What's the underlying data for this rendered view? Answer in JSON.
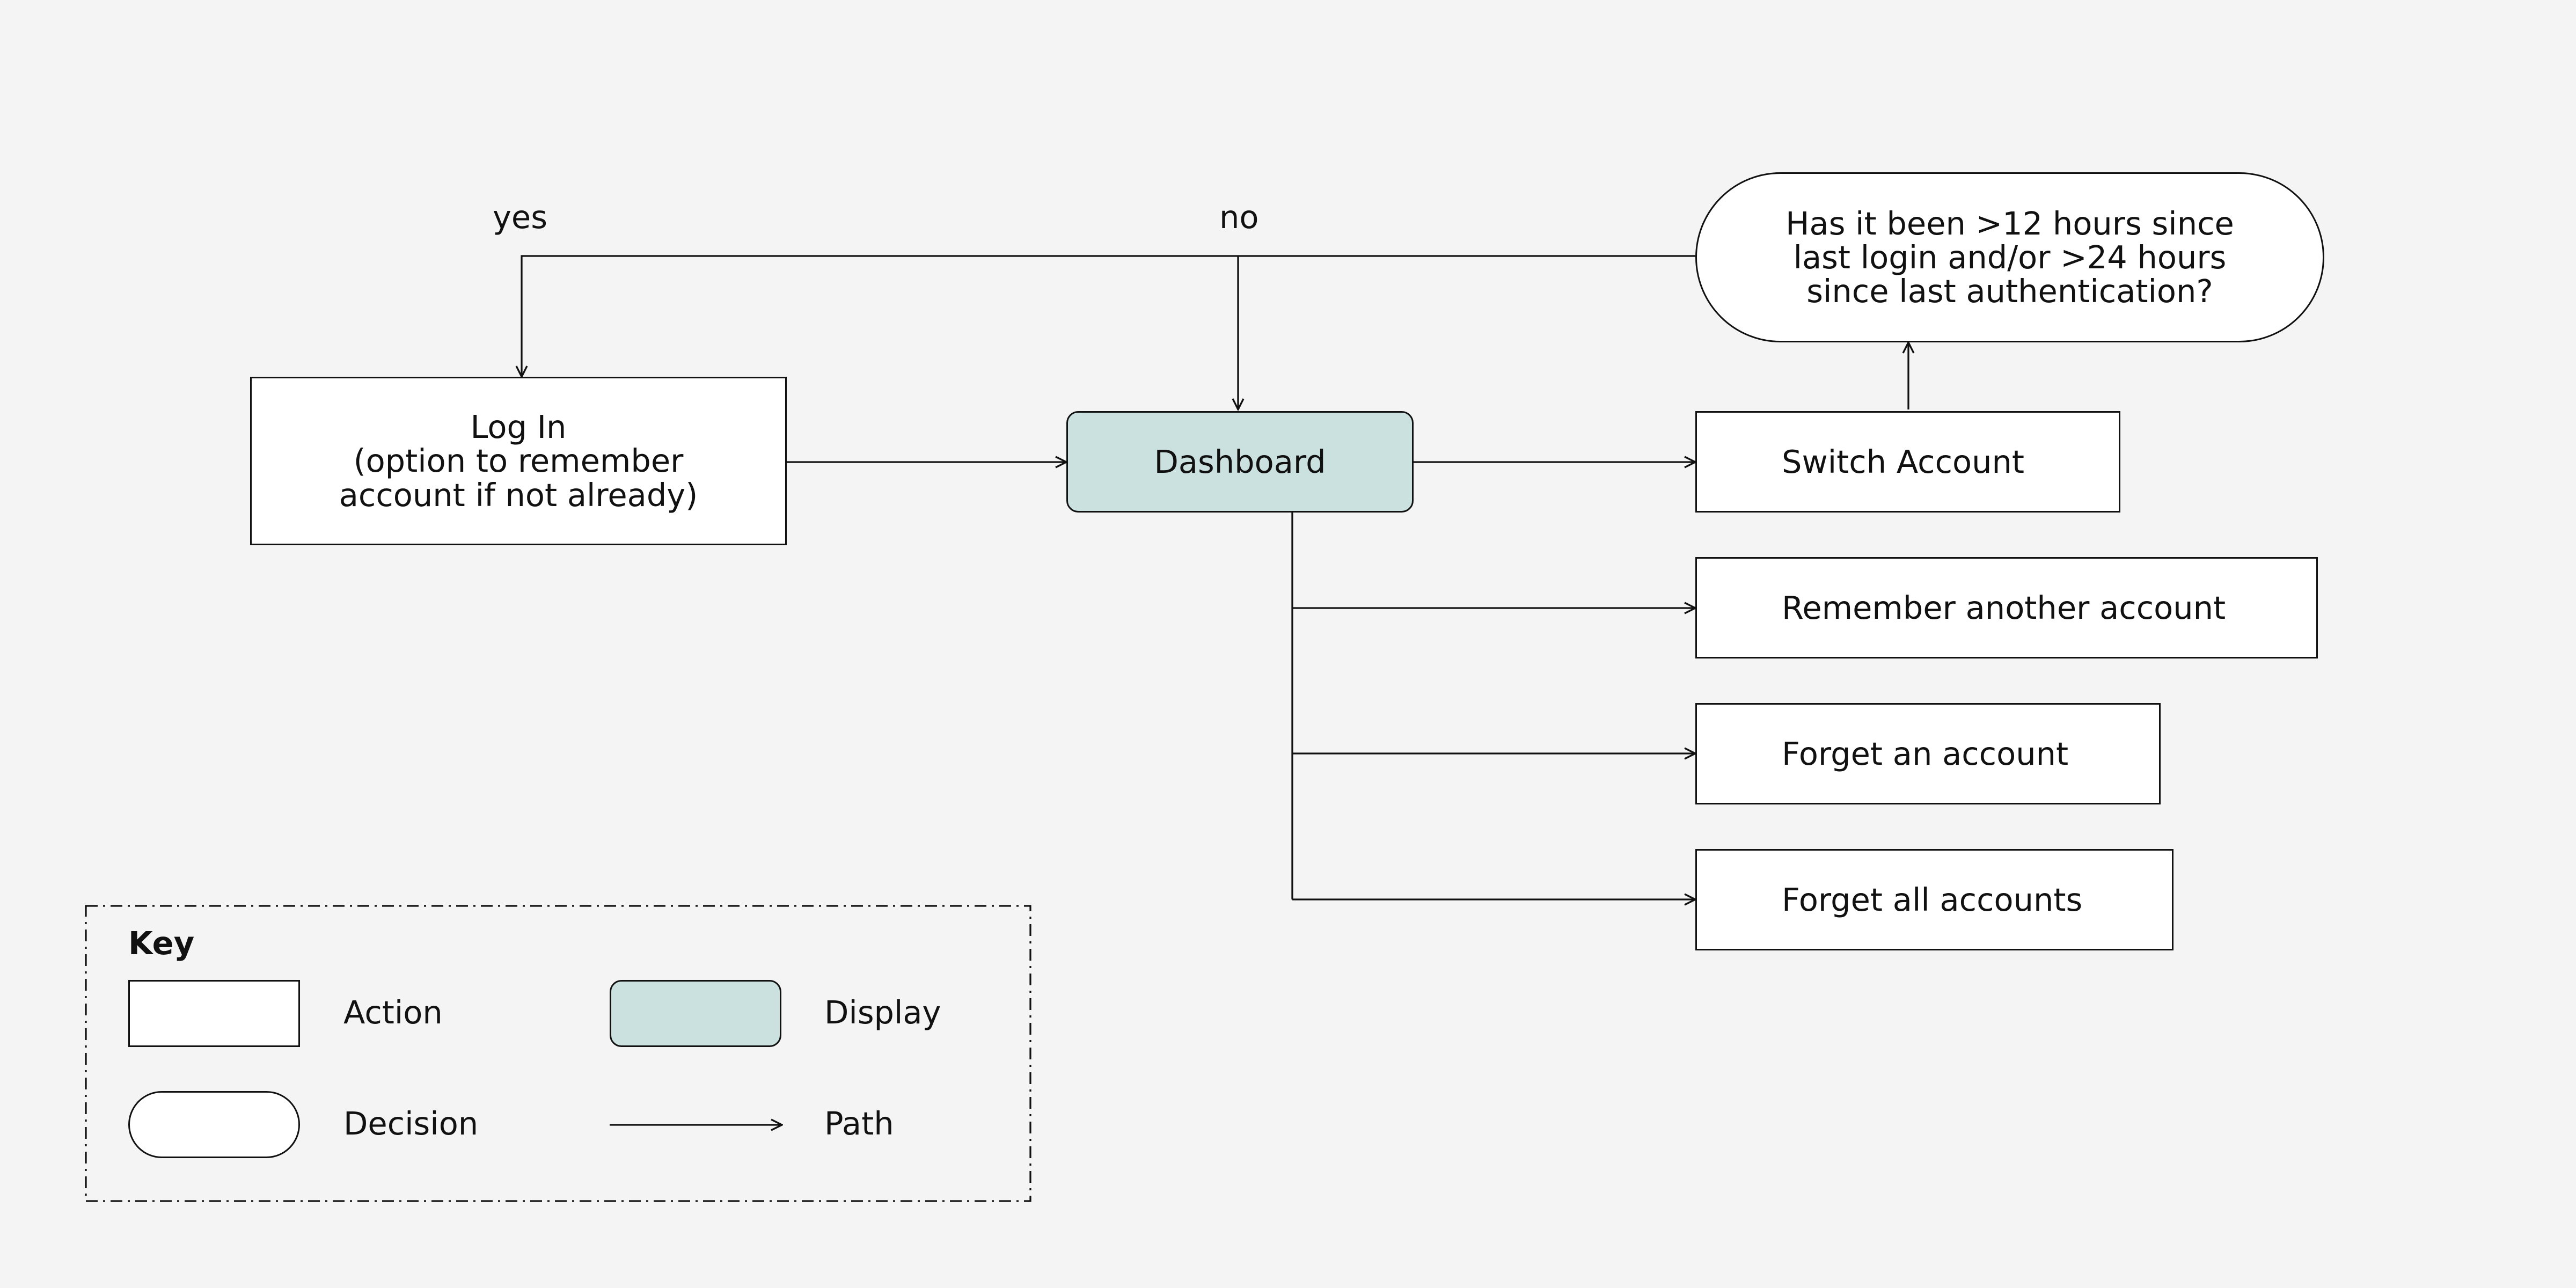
{
  "nodes": {
    "login": "Log In\n(option to remember\naccount if not already)",
    "dashboard": "Dashboard",
    "switch_account": "Switch Account",
    "remember_another": "Remember another account",
    "forget_one": "Forget an account",
    "forget_all": "Forget all accounts",
    "decision": "Has it been >12 hours since\nlast login and/or >24 hours\nsince last authentication?"
  },
  "edge_labels": {
    "yes": "yes",
    "no": "no"
  },
  "edges": [
    {
      "from": "decision",
      "to": "login",
      "label": "yes"
    },
    {
      "from": "decision",
      "to": "dashboard",
      "label": "no"
    },
    {
      "from": "login",
      "to": "dashboard"
    },
    {
      "from": "dashboard",
      "to": "switch_account"
    },
    {
      "from": "dashboard",
      "to": "remember_another"
    },
    {
      "from": "dashboard",
      "to": "forget_one"
    },
    {
      "from": "dashboard",
      "to": "forget_all"
    },
    {
      "from": "switch_account",
      "to": "decision"
    }
  ],
  "legend": {
    "title": "Key",
    "action": "Action",
    "display": "Display",
    "decision": "Decision",
    "path": "Path"
  },
  "colors": {
    "background": "#f4f4f4",
    "display_fill": "#cbe1df",
    "stroke": "#111111"
  }
}
